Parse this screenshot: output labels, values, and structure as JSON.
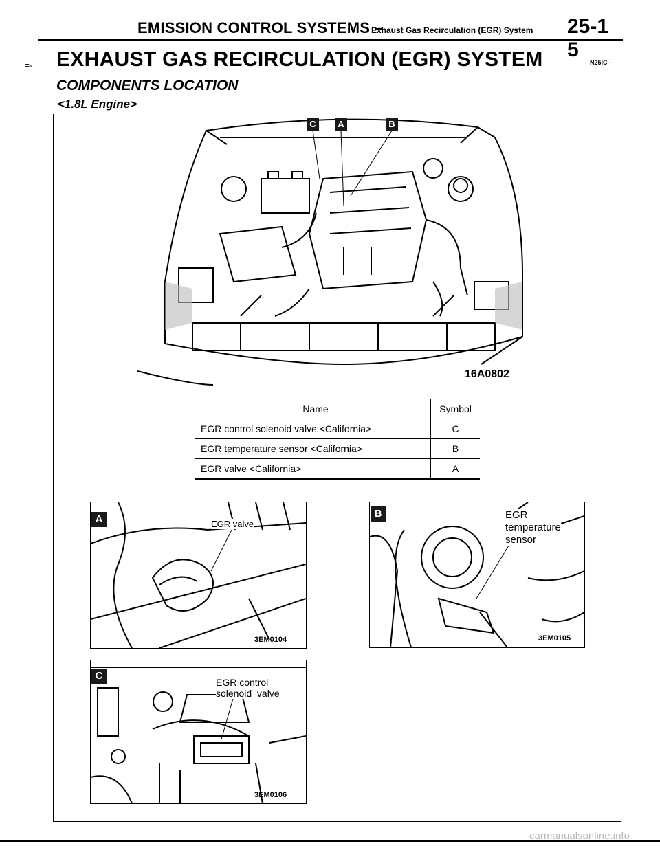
{
  "header": {
    "section": "EMISSION CONTROL SYSTEMS –",
    "subsection": "Exhaust Gas Recirculation (EGR) System",
    "page_number": "25-1 5"
  },
  "title": "EXHAUST GAS RECIRCULATION (EGR) SYSTEM",
  "title_code": "N25IC--",
  "margin_mark": "=-",
  "section_heading": "COMPONENTS LOCATION",
  "engine_label": "<1.8L Engine>",
  "main_figure": {
    "callouts": [
      "C",
      "A",
      "B"
    ],
    "figure_code": "16A0802"
  },
  "table": {
    "headers": {
      "name": "Name",
      "symbol": "Symbol"
    },
    "rows": [
      {
        "name": "EGR control solenoid valve <California>",
        "symbol": "C"
      },
      {
        "name": "EGR temperature sensor <California>",
        "symbol": "B"
      },
      {
        "name": "EGR valve <California>",
        "symbol": "A"
      }
    ]
  },
  "photos": {
    "a": {
      "badge": "A",
      "label": "EGR valve",
      "code": "3EM0104"
    },
    "b": {
      "badge": "B",
      "label_lines": [
        "EGR",
        "temperature",
        "sensor"
      ],
      "code": "3EM0105"
    },
    "c": {
      "badge": "C",
      "label_lines": [
        "EGR control",
        "solenoid  valve"
      ],
      "code": "3EM0106"
    }
  },
  "watermark": "carmanualsonline.info",
  "colors": {
    "ink": "#000000",
    "badge": "#1a1a1a",
    "watermark": "#b8b8b8"
  }
}
